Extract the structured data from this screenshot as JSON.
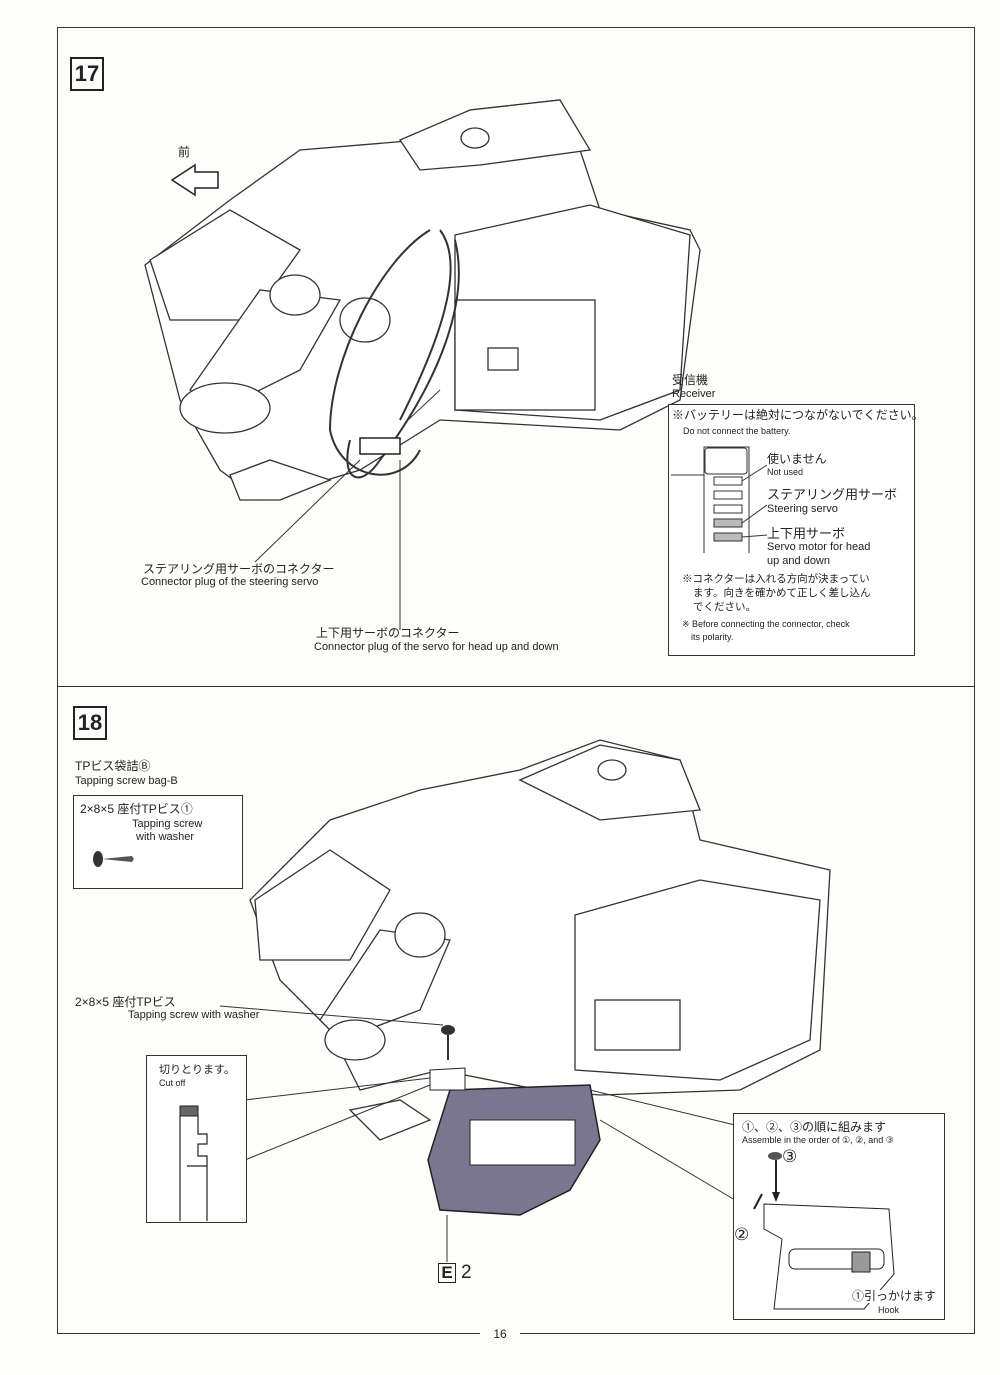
{
  "page_number": "16",
  "step17": {
    "number": "17",
    "front_label": "前",
    "steering_connector_jp": "ステアリング用サーボのコネクター",
    "steering_connector_en": "Connector plug of the steering servo",
    "head_connector_jp": "上下用サーボのコネクター",
    "head_connector_en": "Connector plug of the servo for head up and down",
    "receiver": {
      "title_jp": "受信機",
      "title_en": "Receiver",
      "battery_jp": "※バッテリーは絶対につながないでください。",
      "battery_en": "Do not connect the battery.",
      "not_used_jp": "使いません",
      "not_used_en": "Not used",
      "steering_jp": "ステアリング用サーボ",
      "steering_en": "Steering servo",
      "head_jp": "上下用サーボ",
      "head_en1": "Servo motor for head",
      "head_en2": "up and down",
      "polarity_jp1": "※コネクターは入れる方向が決まってい",
      "polarity_jp2": "ます。向きを確かめて正しく差し込ん",
      "polarity_jp3": "でください。",
      "polarity_en1": "※ Before connecting the connector, check",
      "polarity_en2": "its polarity."
    }
  },
  "step18": {
    "number": "18",
    "bag_jp": "TPビス袋詰Ⓑ",
    "bag_en": "Tapping screw bag-B",
    "screw_box_jp": "2×8×5 座付TPビス①",
    "screw_box_en1": "Tapping screw",
    "screw_box_en2": "with washer",
    "screw_label_jp": "2×8×5 座付TPビス",
    "screw_label_en": "Tapping screw with washer",
    "cutoff_jp": "切りとります。",
    "cutoff_en": "Cut off",
    "part_label": "E",
    "part_number": "2",
    "order_jp": "①、②、③の順に組みます",
    "order_en": "Assemble in the order of ①, ②, and ③",
    "step2": "②",
    "step3": "③",
    "hook_jp": "①引っかけます",
    "hook_en": "Hook"
  }
}
